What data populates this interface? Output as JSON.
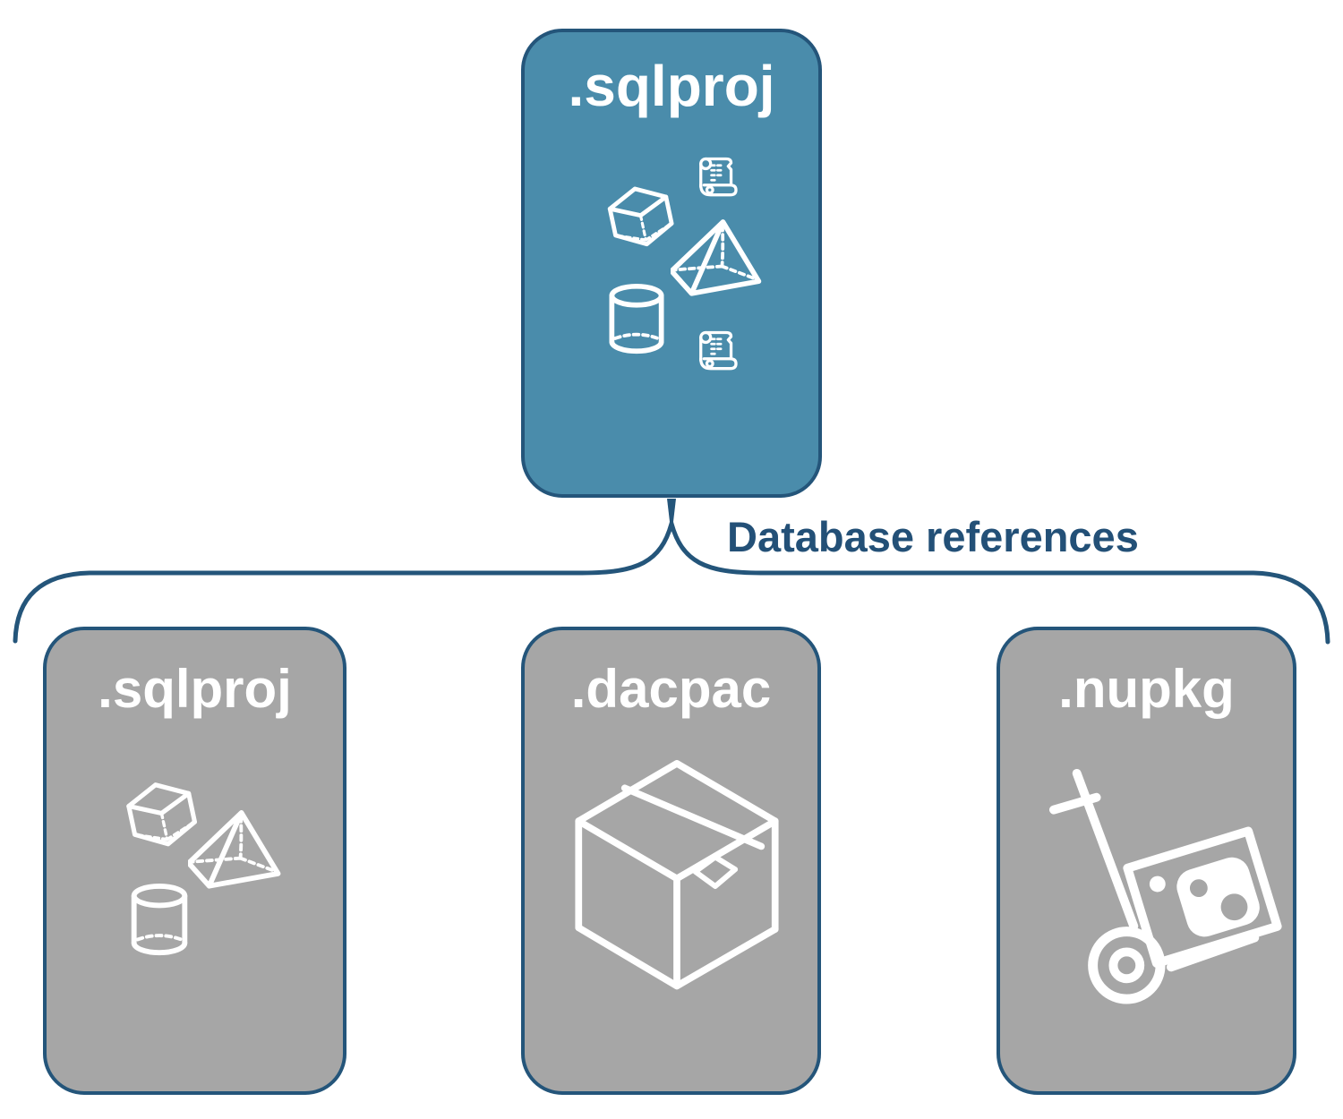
{
  "nodes": {
    "root": {
      "label": ".sqlproj",
      "icons": [
        "scroll-icon",
        "cube-icon",
        "pyramid-icon",
        "cylinder-icon",
        "scroll-icon"
      ]
    },
    "children": [
      {
        "id": "sqlproj",
        "label": ".sqlproj",
        "icons": [
          "cube-icon",
          "pyramid-icon",
          "cylinder-icon"
        ]
      },
      {
        "id": "dacpac",
        "label": ".dacpac",
        "icons": [
          "package-box-icon"
        ]
      },
      {
        "id": "nupkg",
        "label": ".nupkg",
        "icons": [
          "nuget-dolly-icon"
        ]
      }
    ]
  },
  "connector": {
    "label": "Database references"
  },
  "colors": {
    "background": "#FFFFFF",
    "root_fill": "#4A8CAB",
    "node_fill": "#A6A6A6",
    "border": "#24557A",
    "connector": "#24557A",
    "label_text": "#235077",
    "title_text": "#FFFFFF"
  }
}
